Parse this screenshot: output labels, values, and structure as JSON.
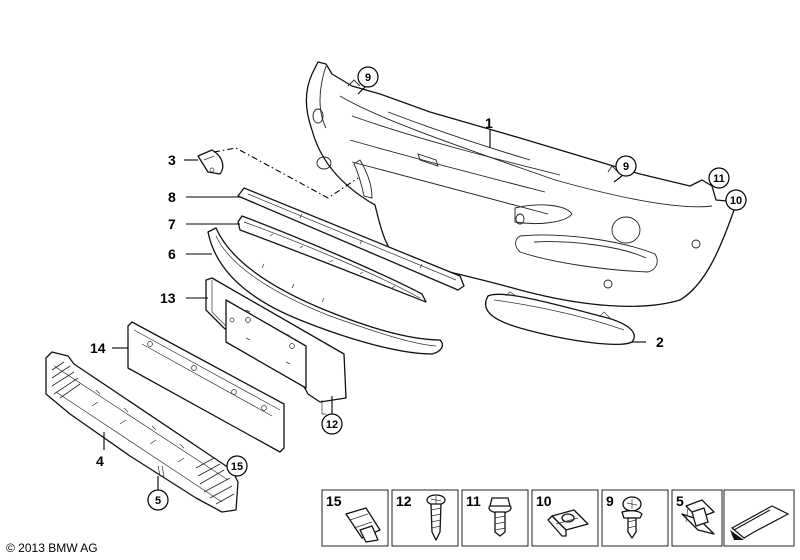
{
  "diagram": {
    "callouts": {
      "p1": "1",
      "p2": "2",
      "p3": "3",
      "p4": "4",
      "p6": "6",
      "p7": "7",
      "p8": "8",
      "p13": "13",
      "p14": "14"
    },
    "circled": {
      "c9a": "9",
      "c9b": "9",
      "c11": "11",
      "c10": "10",
      "c12": "12",
      "c15": "15",
      "c5": "5"
    }
  },
  "legend": {
    "items": [
      {
        "label": "15",
        "icon": "clip-fastener-icon"
      },
      {
        "label": "12",
        "icon": "screw-icon"
      },
      {
        "label": "11",
        "icon": "hex-bolt-icon"
      },
      {
        "label": "10",
        "icon": "nut-clip-icon"
      },
      {
        "label": "9",
        "icon": "oval-head-screw-icon"
      },
      {
        "label": "5",
        "icon": "spring-clip-icon"
      }
    ]
  },
  "copyright": "© 2013 BMW AG"
}
